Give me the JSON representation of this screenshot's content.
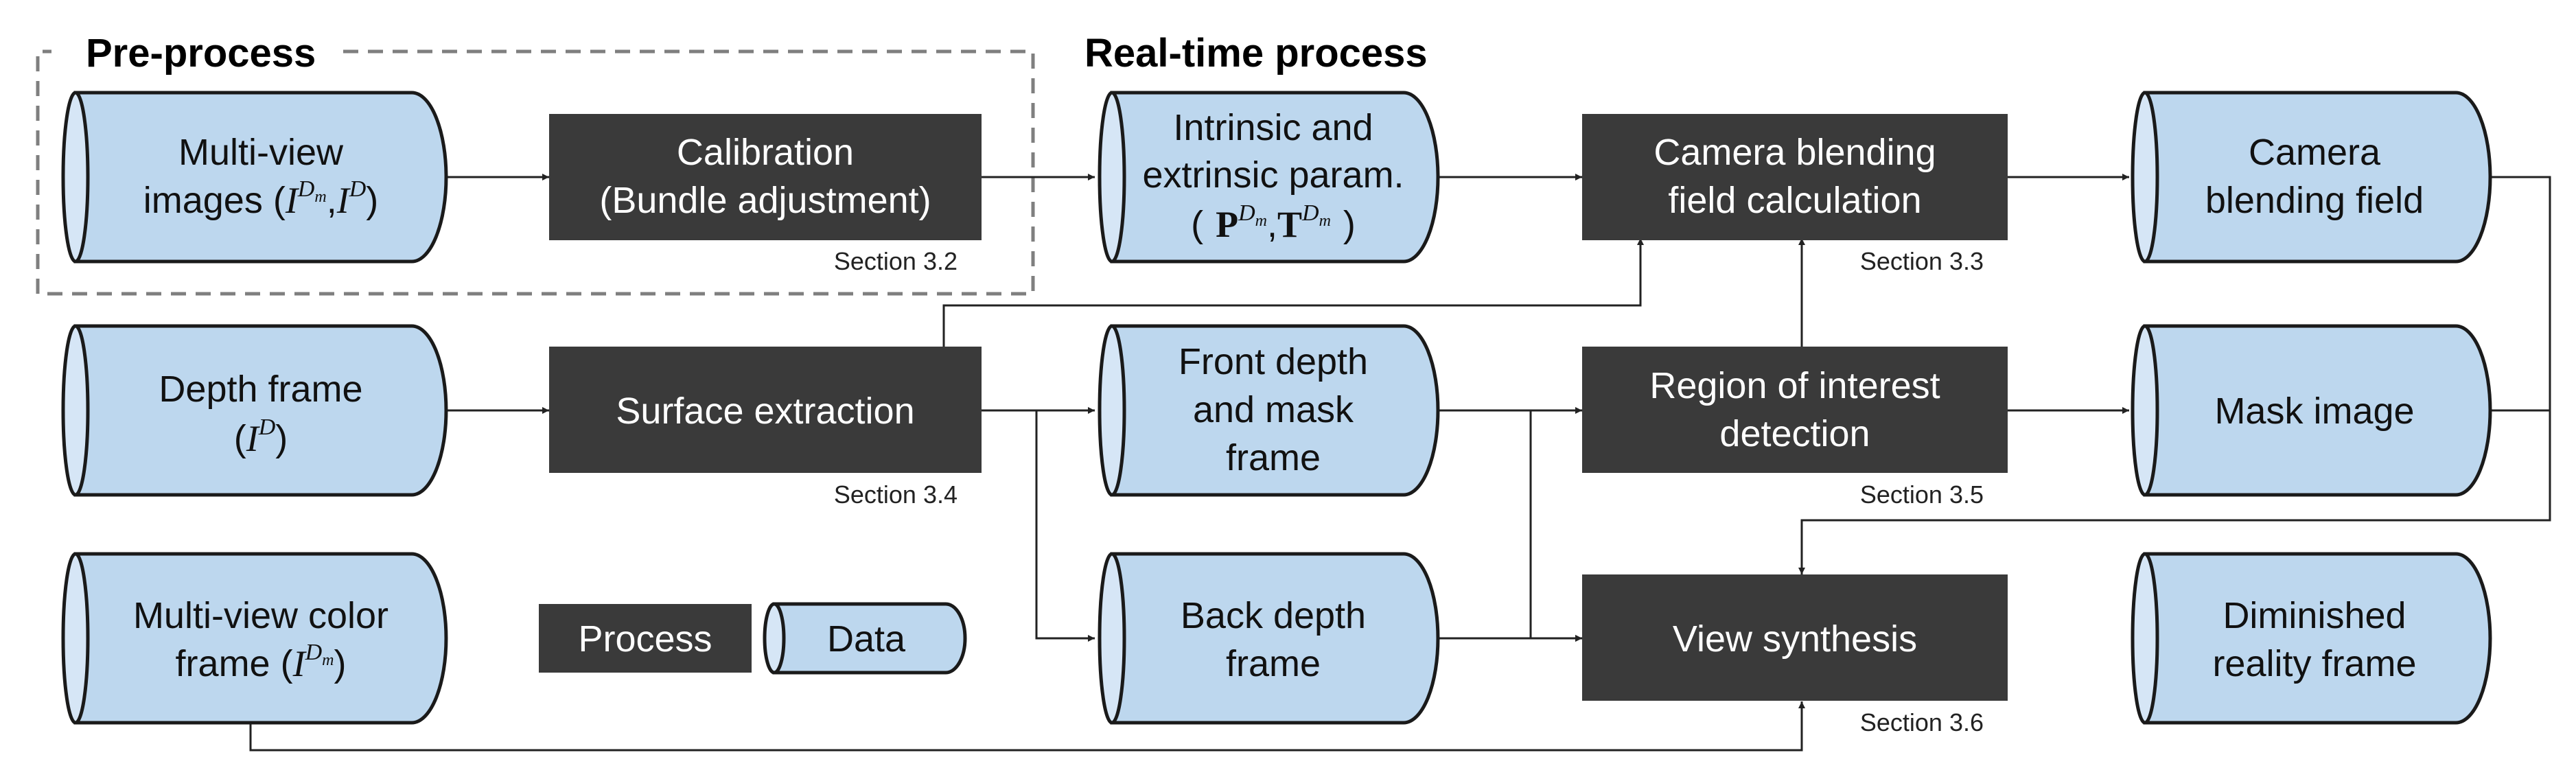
{
  "headings": {
    "pre": "Pre-process",
    "realtime": "Real-time process"
  },
  "data_nodes": {
    "multiview_images": {
      "line1": "Multi-view",
      "line2_text": "images (",
      "m1": "I",
      "s1": "D",
      "ss1": "m",
      "comma": ",",
      "m2": "I",
      "s2": "D",
      "close": ")"
    },
    "depth_frame": {
      "line1": "Depth frame",
      "open": "(",
      "m1": "I",
      "s1": "D",
      "close": ")"
    },
    "multiview_color": {
      "line1": "Multi-view color",
      "line2_text": "frame (",
      "m1": "I",
      "s1": "D",
      "ss1": "m",
      "close": ")"
    },
    "intrinsic": {
      "line1": "Intrinsic and",
      "line2": "extrinsic param.",
      "open": "(",
      "m1": "P",
      "s1": "D",
      "ss1": "m",
      "comma": ",",
      "m2": "T",
      "s2": "D",
      "ss2": "m",
      "close": ")"
    },
    "front_depth": {
      "line1": "Front depth",
      "line2": "and mask",
      "line3": "frame"
    },
    "back_depth": {
      "line1": "Back depth",
      "line2": "frame"
    },
    "camera_blending_field": {
      "line1": "Camera",
      "line2": "blending field"
    },
    "mask_image": {
      "line1": "Mask image"
    },
    "diminished": {
      "line1": "Diminished",
      "line2": "reality frame"
    }
  },
  "process_nodes": {
    "calibration": {
      "line1": "Calibration",
      "line2": "(Bundle adjustment)",
      "section": "Section 3.2"
    },
    "surface_extraction": {
      "line1": "Surface extraction",
      "section": "Section 3.4"
    },
    "camera_blending_calc": {
      "line1": "Camera blending",
      "line2": "field calculation",
      "section": "Section 3.3"
    },
    "roi_detection": {
      "line1": "Region of interest",
      "line2": "detection",
      "section": "Section 3.5"
    },
    "view_synthesis": {
      "line1": "View synthesis",
      "section": "Section 3.6"
    }
  },
  "legend": {
    "process": "Process",
    "data": "Data"
  },
  "colors": {
    "data_fill": "#bdd7ee",
    "process_fill": "#3a3a3a",
    "dashed_border": "#7f7f7f"
  }
}
